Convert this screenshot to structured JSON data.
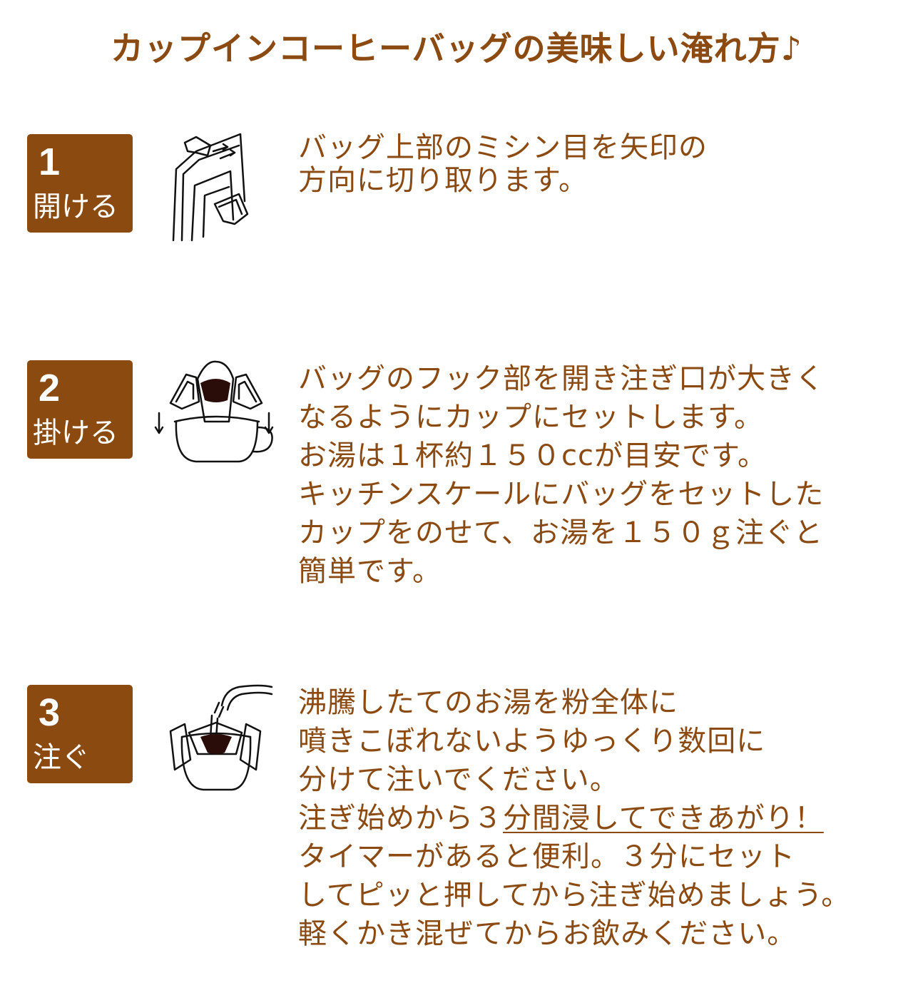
{
  "title": "カップインコーヒーバッグの美味しい淹れ方♪",
  "steps": [
    {
      "number": "1",
      "label": "開ける",
      "lines": [
        "バッグ上部のミシン目を矢印の",
        "方向に切り取ります。"
      ]
    },
    {
      "number": "2",
      "label": "掛ける",
      "lines": [
        "バッグのフック部を開き注ぎ口が大きく",
        "なるようにカップにセットします。",
        "お湯は１杯約１５０ccが目安です。",
        "キッチンスケールにバッグをセットした",
        "カップをのせて、お湯を１５０ｇ注ぐと",
        "簡単です。"
      ]
    },
    {
      "number": "3",
      "label": "注ぐ",
      "lines": [
        "沸騰したてのお湯を粉全体に",
        "噴きこぼれないようゆっくり数回に",
        "分けて注いでください。",
        "注ぎ始めから３",
        "分間浸してできあがり！",
        "タイマーがあると便利。３分にセット",
        "してピッと押してから注ぎ始めましょう。",
        "軽くかき混ぜてからお飲みください。"
      ]
    }
  ],
  "colors": {
    "accent": "#8b4a12",
    "badge": "#8a4a10"
  },
  "icons": [
    "open-bag-icon",
    "hang-bag-on-cup-icon",
    "pour-water-icon"
  ]
}
